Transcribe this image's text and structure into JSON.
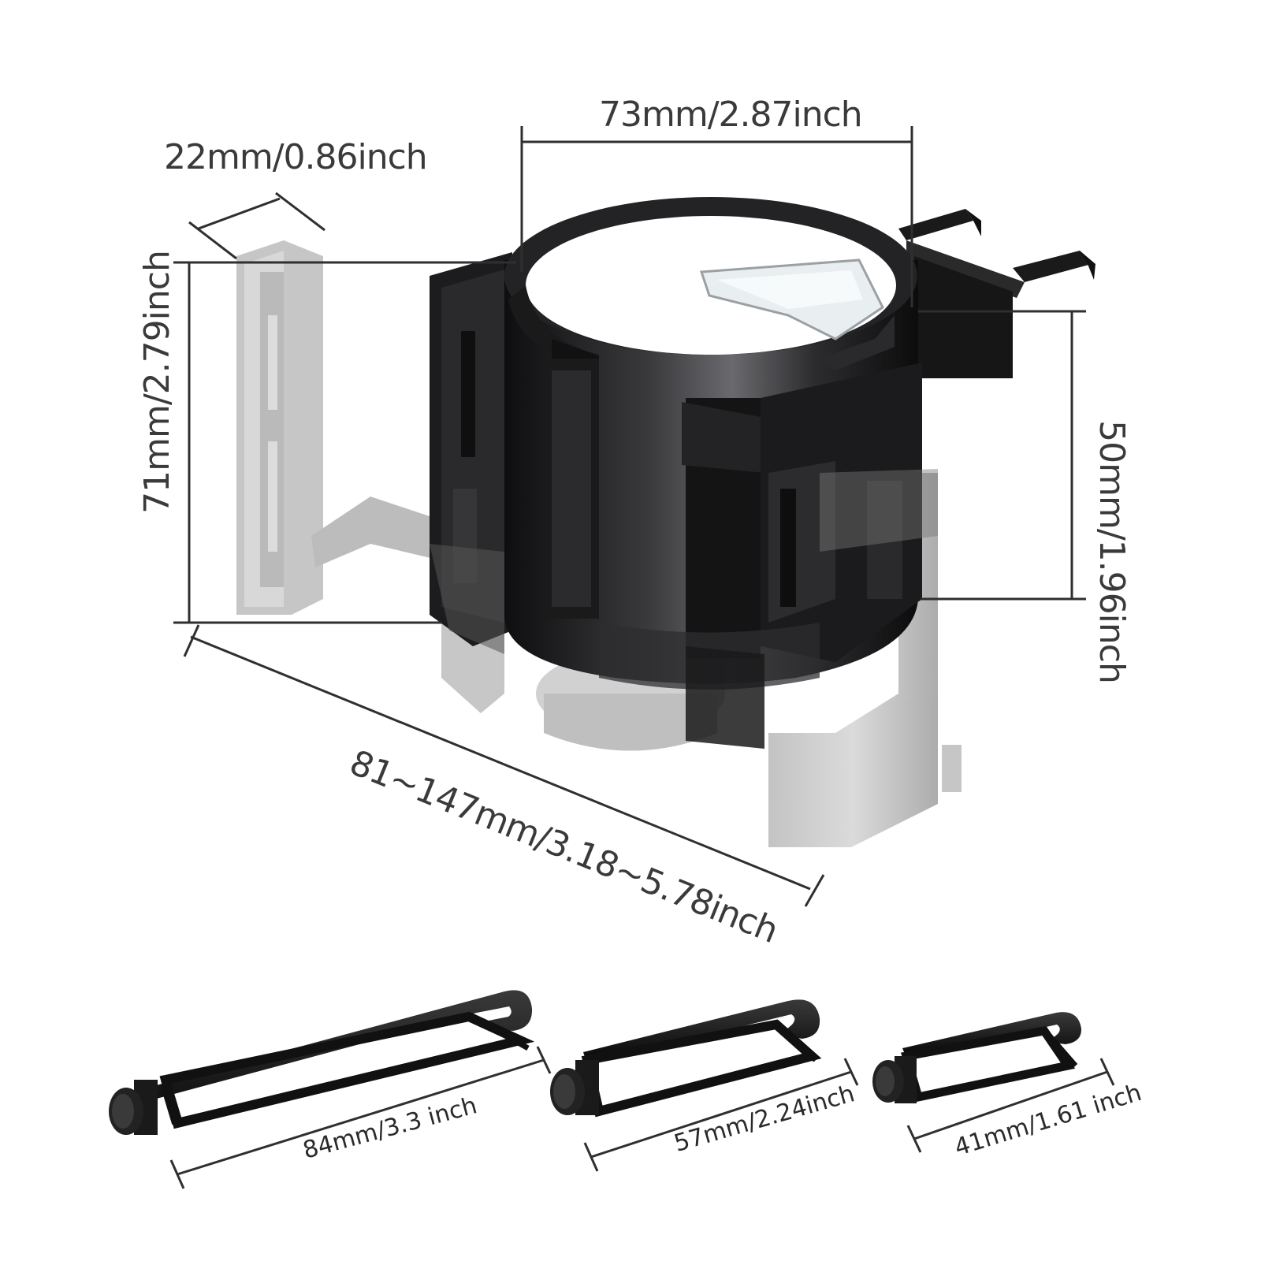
{
  "dimensions": {
    "cup_diameter": "73mm/2.87inch",
    "side_clip_width": "22mm/0.86inch",
    "side_clip_height": "71mm/2.79inch",
    "cup_height": "50mm/1.96inch",
    "adjustable_width": "81~147mm/3.18~5.78inch"
  },
  "hooks": [
    {
      "label": "84mm/3.3 inch"
    },
    {
      "label": "57mm/2.24inch"
    },
    {
      "label": "41mm/1.61 inch"
    }
  ],
  "colors": {
    "dimension_line": "#2f2f2f",
    "label_text": "#3a3a3a",
    "holder_body": "#1e1e20",
    "translucent_arm": "#a8a8a8",
    "hook": "#111111"
  }
}
